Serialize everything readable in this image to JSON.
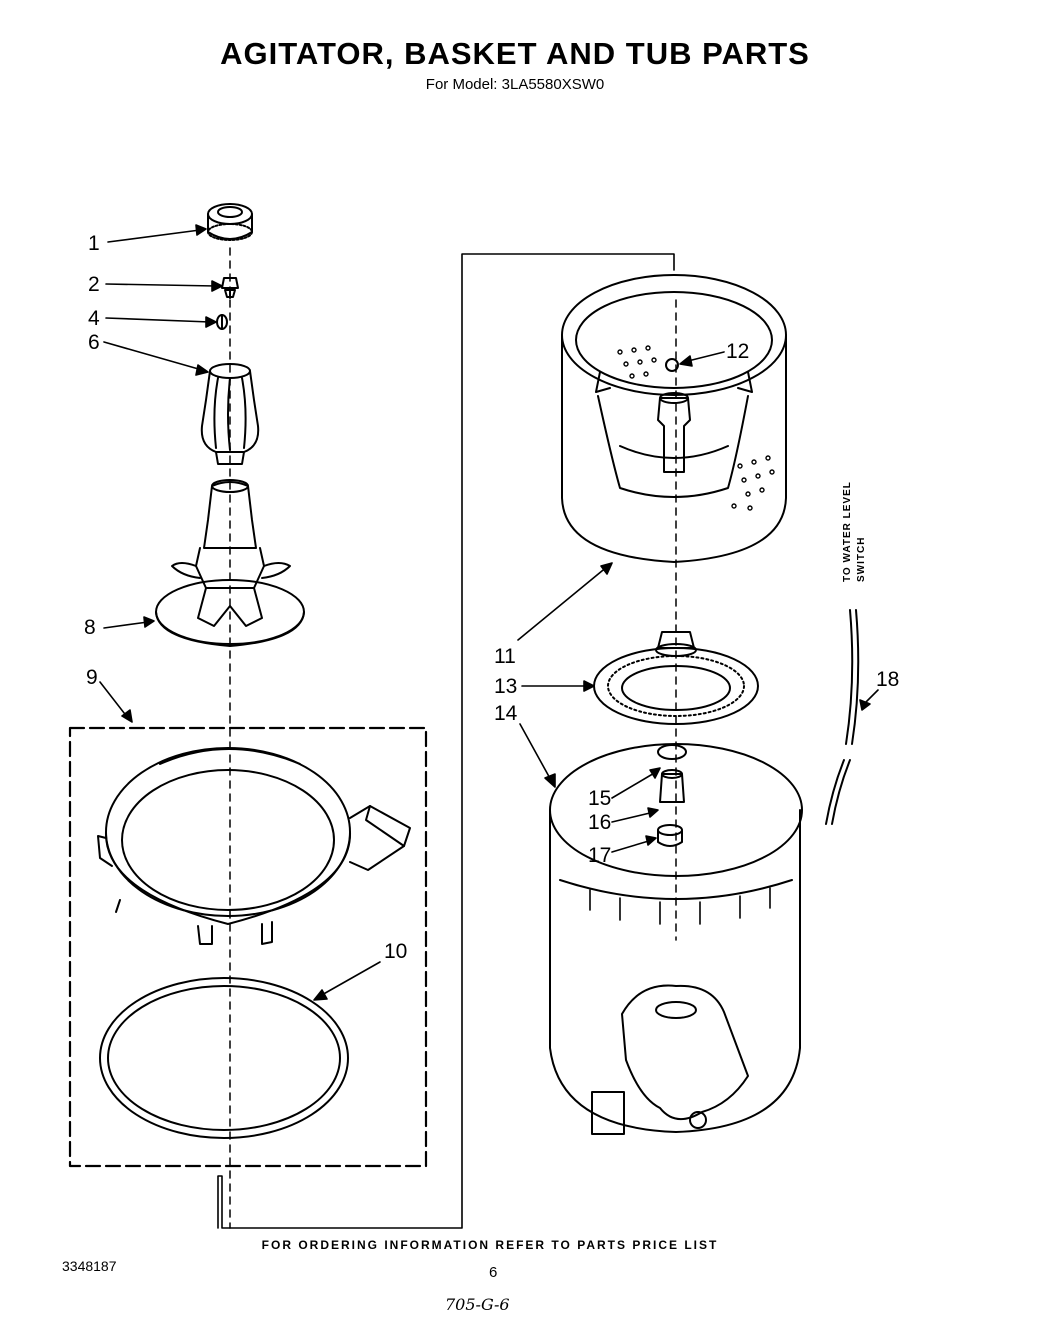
{
  "header": {
    "title": "AGITATOR, BASKET AND TUB PARTS",
    "subtitle": "For Model: 3LA5580XSW0"
  },
  "callouts": [
    {
      "id": "1",
      "label": "1"
    },
    {
      "id": "2",
      "label": "2"
    },
    {
      "id": "4",
      "label": "4"
    },
    {
      "id": "6",
      "label": "6"
    },
    {
      "id": "8",
      "label": "8"
    },
    {
      "id": "9",
      "label": "9"
    },
    {
      "id": "10",
      "label": "10"
    },
    {
      "id": "11",
      "label": "11"
    },
    {
      "id": "12",
      "label": "12"
    },
    {
      "id": "13",
      "label": "13"
    },
    {
      "id": "14",
      "label": "14"
    },
    {
      "id": "15",
      "label": "15"
    },
    {
      "id": "16",
      "label": "16"
    },
    {
      "id": "17",
      "label": "17"
    },
    {
      "id": "18",
      "label": "18"
    }
  ],
  "side_label": {
    "line1": "TO WATER LEVEL",
    "line2": "SWITCH"
  },
  "footer": {
    "ordering_note": "FOR ORDERING INFORMATION REFER TO PARTS PRICE LIST",
    "doc_number": "3348187",
    "page_number": "6",
    "handwritten": "705-G-6"
  }
}
